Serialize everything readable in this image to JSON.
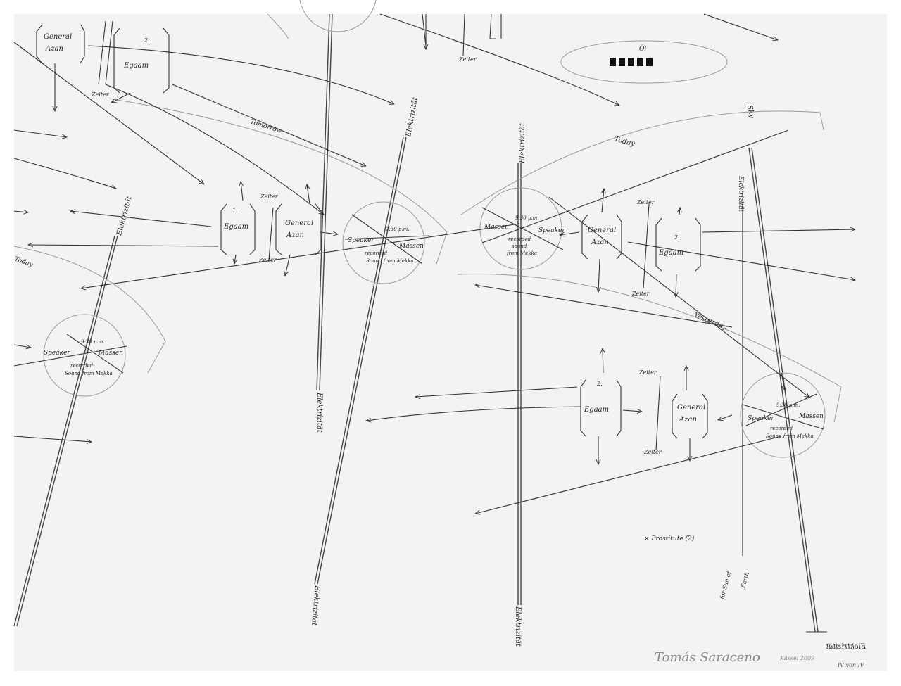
{
  "colors": {
    "paper": "#f3f3f3",
    "ink": "#222222",
    "faint": "#999999"
  },
  "labels": {
    "electricity": "Elektrizität",
    "sky": "Sky",
    "today": "Today",
    "tomorrow": "Tomorrow",
    "yesterday": "Yesterday",
    "zeiter": "Zeiter",
    "general_azan": [
      "General",
      "Azan"
    ],
    "egaam": "Egaam",
    "one": "1.",
    "two": "2.",
    "speaker": "Speaker",
    "massen": "Massen",
    "time_930": "9:30 p.m.",
    "time_730": "7:30 p.m.",
    "recorded": [
      "recorded",
      "sound",
      "from Mekka"
    ],
    "sound_from_mekka": "Sound from Mekka",
    "oil": "Öl",
    "prostitute": "× Prostitute (2)",
    "for_sun_of_earth": [
      "for Sun of",
      "Earth"
    ],
    "mirrored_electricity": "Elektrizität",
    "signature": "Tomás Saraceno",
    "signature_place": "Kassel 2009",
    "edition": "IV von IV"
  }
}
